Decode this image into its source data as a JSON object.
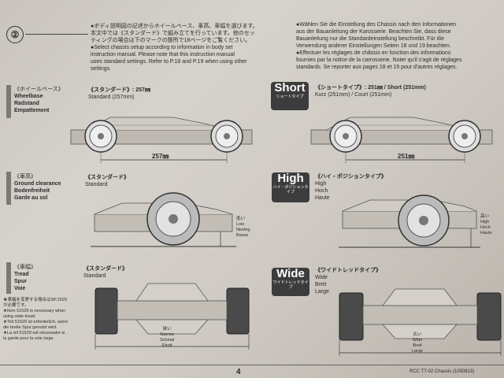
{
  "step": {
    "number": "②"
  },
  "intro": {
    "jp_lines": [
      "●ボディ説明図の記述からホイールベース、車高、車幅を選びます。",
      "本文中では《スタンダード》で組み立てを行っています。他のセッ",
      "ティングの場合は下のマークの箇所で18ページをご覧ください。"
    ],
    "en_lines": [
      "●Select chassis setup according to information in body set",
      "instruction manual. Please note that this instruction manual",
      "uses standard settings. Refer to P.18 and P.19 when using other",
      "settings."
    ],
    "de_lines": [
      "●Wählen Sie die Einstellung des Chassis nach den Informationen",
      "aus der Bauanleitung der Karosserie. Beachten Sie, dass diese",
      "Bauanleitung nur die Standardeinstellung beschreibt. Für die",
      "Verwendung anderer Einstellungen Seiten 18 und 19 beachten."
    ],
    "fr_lines": [
      "●Effectuer les réglages de châssis en fonction des informations",
      "fournies par la notice de la carrosserie. Noter qu'il s'agit de réglages",
      "standards. Se reporter aux pages 18 et 19 pour d'autres réglages."
    ]
  },
  "wheelbase": {
    "label_jp": "《ホイールベース》",
    "label_en": "Wheelbase",
    "label_de": "Radstand",
    "label_fr": "Empattement",
    "standard_title": "《スタンダード》: 257㎜",
    "standard_sub": "Standard (257mm)",
    "standard_dim": "257㎜",
    "tag_big": "Short",
    "tag_small": "ショートタイプ",
    "short_title": "《ショートタイプ》: 251㎜ / Short (251mm)",
    "short_sub": "Kurz (251mm) / Court (251mm)",
    "short_dim": "251㎜"
  },
  "clearance": {
    "label_jp": "《車高》",
    "label_en": "Ground clearance",
    "label_de": "Bodenfreiheit",
    "label_fr": "Garde au sol",
    "standard_title": "《スタンダード》",
    "standard_sub": "Standard",
    "low_jp": "低い",
    "low_lines": [
      "Low",
      "Niedrig",
      "Basse"
    ],
    "tag_big": "High",
    "tag_small": "ハイ・ポジションタイプ",
    "high_title": "《ハイ・ポジションタイプ》",
    "high_lines": [
      "High",
      "Hoch",
      "Haute"
    ],
    "high_jp": "高い",
    "high_right_lines": [
      "High",
      "Hoch",
      "Haute"
    ]
  },
  "tread": {
    "label_jp": "《車幅》",
    "label_en": "Tread",
    "label_de": "Spur",
    "label_fr": "Voie",
    "standard_title": "《スタンダード》",
    "standard_sub": "Standard",
    "narrow_jp": "狭い",
    "narrow_lines": [
      "Narrow",
      "Schmal",
      "Etroit"
    ],
    "note_lines": [
      "★車幅を変更する場合はSP.1529",
      "が必要です。",
      "★Item 51529 is necessary when",
      "using wide tread.",
      "★Teil 51529 ist erforderlich, wenn",
      "die breite Spur genutzt wird.",
      "★La ref.51529 est nécessaire si",
      "la garde pour la voie large."
    ],
    "tag_big": "Wide",
    "tag_small": "ワイドトレッドタイプ",
    "wide_title": "《ワイドトレッドタイプ》",
    "wide_lines": [
      "Wide",
      "Breit",
      "Large"
    ],
    "wide_jp": "広い",
    "wide_right_lines": [
      "Wide",
      "Breit",
      "Large"
    ]
  },
  "footer": {
    "page": "4",
    "model": "RCC TT-02 Chassis (1050813)"
  }
}
